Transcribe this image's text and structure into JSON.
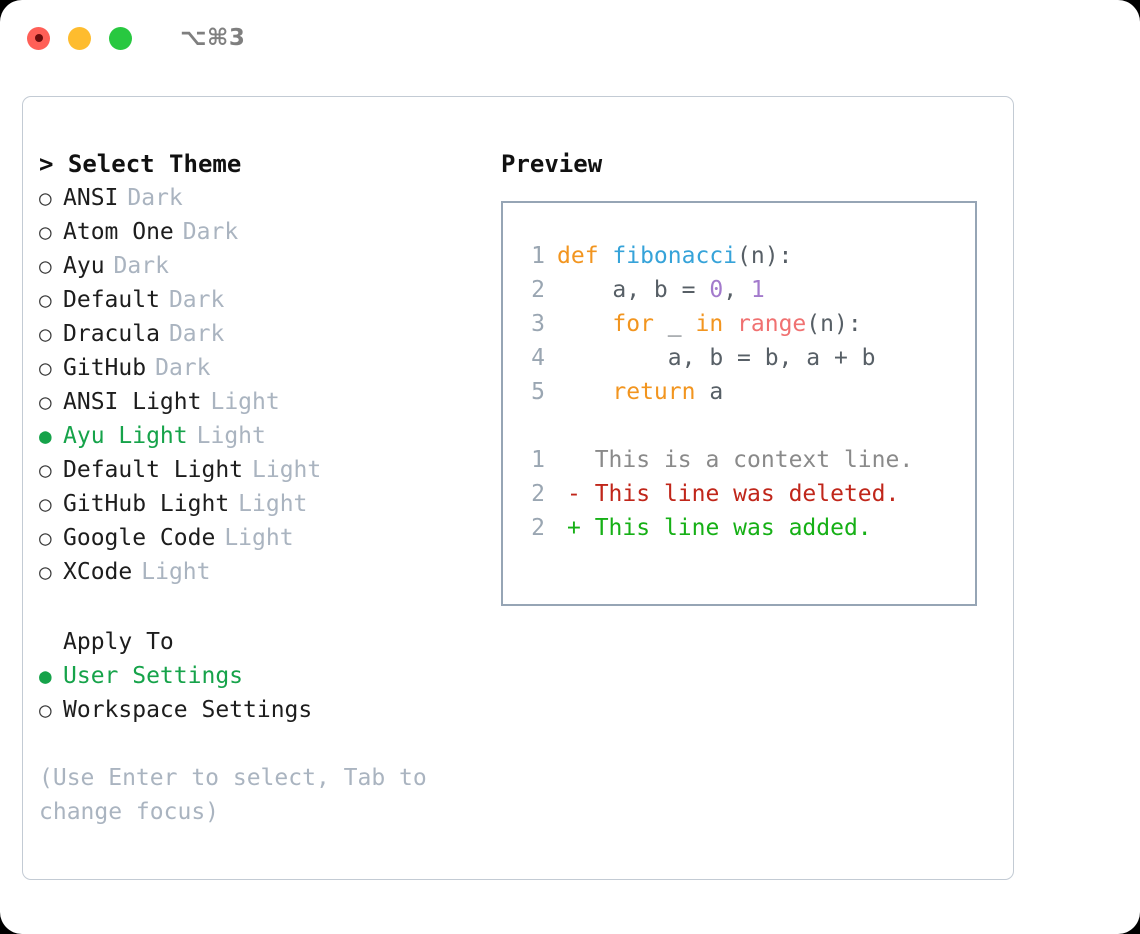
{
  "titlebar": {
    "shortcut": "⌥⌘3",
    "buttons": [
      {
        "name": "close",
        "color": "#ff5f57"
      },
      {
        "name": "minimize",
        "color": "#febc2e"
      },
      {
        "name": "zoom",
        "color": "#28c840"
      }
    ]
  },
  "left": {
    "heading": "> Select Theme",
    "themes": [
      {
        "bullet": "○",
        "label": "ANSI",
        "tag": "Dark",
        "selected": false
      },
      {
        "bullet": "○",
        "label": "Atom One",
        "tag": "Dark",
        "selected": false
      },
      {
        "bullet": "○",
        "label": "Ayu",
        "tag": "Dark",
        "selected": false
      },
      {
        "bullet": "○",
        "label": "Default",
        "tag": "Dark",
        "selected": false
      },
      {
        "bullet": "○",
        "label": "Dracula",
        "tag": "Dark",
        "selected": false
      },
      {
        "bullet": "○",
        "label": "GitHub",
        "tag": "Dark",
        "selected": false
      },
      {
        "bullet": "○",
        "label": "ANSI Light",
        "tag": "Light",
        "selected": false
      },
      {
        "bullet": "●",
        "label": "Ayu Light",
        "tag": "Light",
        "selected": true
      },
      {
        "bullet": "○",
        "label": "Default Light",
        "tag": "Light",
        "selected": false
      },
      {
        "bullet": "○",
        "label": "GitHub Light",
        "tag": "Light",
        "selected": false
      },
      {
        "bullet": "○",
        "label": "Google Code",
        "tag": "Light",
        "selected": false
      },
      {
        "bullet": "○",
        "label": "XCode",
        "tag": "Light",
        "selected": false
      }
    ],
    "apply_to": {
      "heading": "Apply To",
      "options": [
        {
          "bullet": "●",
          "label": "User Settings",
          "selected": true
        },
        {
          "bullet": "○",
          "label": "Workspace Settings",
          "selected": false
        }
      ]
    },
    "hint": "(Use Enter to select, Tab to change focus)"
  },
  "right": {
    "heading": "Preview",
    "code_lines": [
      {
        "number": "1",
        "tokens": [
          {
            "text": "def ",
            "type": "kw"
          },
          {
            "text": "fibonacci",
            "type": "fn"
          },
          {
            "text": "(n):",
            "type": "pl"
          }
        ]
      },
      {
        "number": "2",
        "tokens": [
          {
            "text": "    a, b = ",
            "type": "pl"
          },
          {
            "text": "0",
            "type": "num"
          },
          {
            "text": ", ",
            "type": "pl"
          },
          {
            "text": "1",
            "type": "num"
          }
        ]
      },
      {
        "number": "3",
        "tokens": [
          {
            "text": "    ",
            "type": "pl"
          },
          {
            "text": "for",
            "type": "kw"
          },
          {
            "text": " _ ",
            "type": "pl"
          },
          {
            "text": "in",
            "type": "kw"
          },
          {
            "text": " ",
            "type": "pl"
          },
          {
            "text": "range",
            "type": "bi"
          },
          {
            "text": "(n):",
            "type": "pl"
          }
        ]
      },
      {
        "number": "4",
        "tokens": [
          {
            "text": "        a, b = b, a + b",
            "type": "pl"
          }
        ]
      },
      {
        "number": "5",
        "tokens": [
          {
            "text": "    ",
            "type": "pl"
          },
          {
            "text": "return",
            "type": "kw"
          },
          {
            "text": " a",
            "type": "pl"
          }
        ]
      }
    ],
    "diff_lines": [
      {
        "number": "1",
        "marker": " ",
        "text": " This is a context line.",
        "kind": "ctx"
      },
      {
        "number": "2",
        "marker": "-",
        "text": " This line was deleted.",
        "kind": "del"
      },
      {
        "number": "2",
        "marker": "+",
        "text": " This line was added.",
        "kind": "add"
      }
    ]
  },
  "colors": {
    "accent_green": "#16a34a",
    "muted": "#aab4c0",
    "keyword": "#f2951f",
    "function": "#36a3d9",
    "number": "#a37acc",
    "builtin": "#f07171",
    "diff_add": "#16b016",
    "diff_del": "#c0261a",
    "panel_border": "#96a5b5",
    "card_border": "#c3cbd4"
  }
}
